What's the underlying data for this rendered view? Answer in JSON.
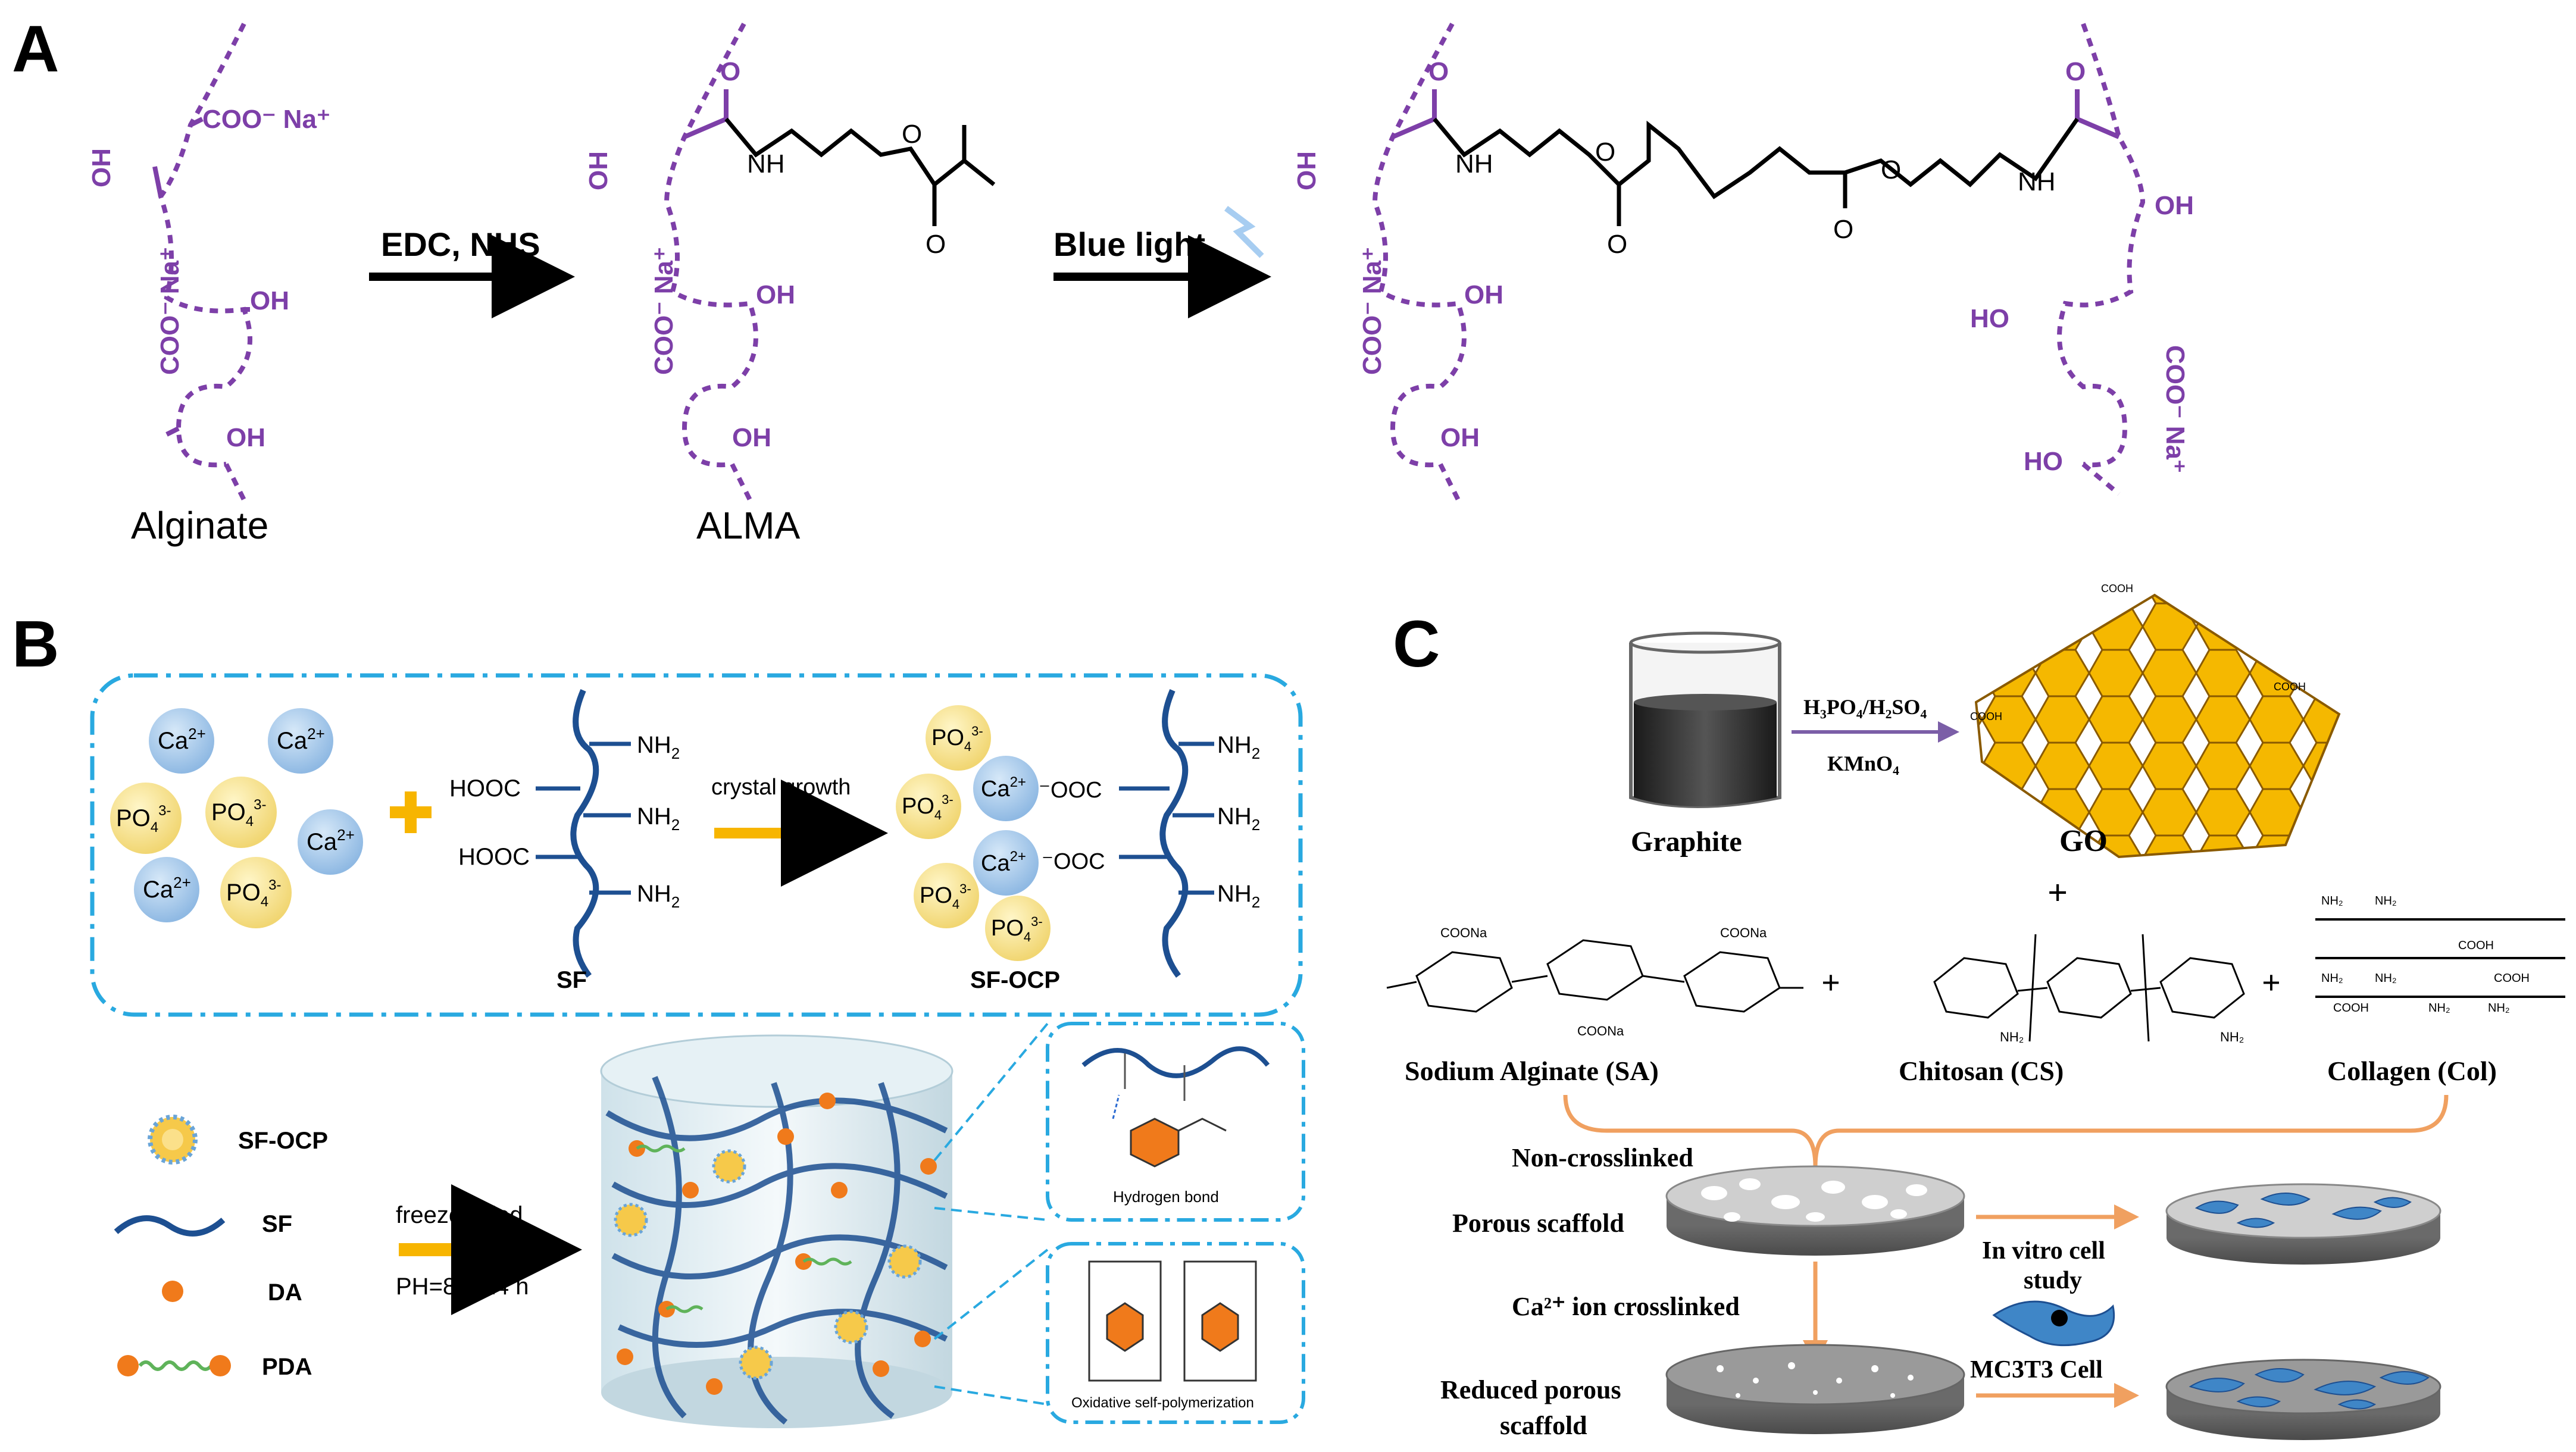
{
  "panel_labels": {
    "a": "A",
    "b": "B",
    "c": "C"
  },
  "panel_a": {
    "alginate_label": "Alginate",
    "alma_label": "ALMA",
    "arrow1_label": "EDC, NHS",
    "arrow2_label": "Blue light",
    "oh": "OH",
    "coo_na": "COO⁻ Na⁺",
    "coo_na_vert": "COO⁻ Na⁺",
    "o": "O",
    "nh": "NH",
    "ho": "HO"
  },
  "panel_b": {
    "ca": "Ca",
    "ca_sup": "2+",
    "po4": "PO",
    "po4_sub": "4",
    "po4_sup": "3-",
    "hooc": "HOOC",
    "ooc": "⁻OOC",
    "nh2": "NH",
    "nh2_sub": "2",
    "arrow_crystal": "crystal growth",
    "sf_label": "SF",
    "sfocp_label": "SF-OCP",
    "legend": [
      {
        "label": "SF-OCP"
      },
      {
        "label": "SF"
      },
      {
        "label": "DA"
      },
      {
        "label": "PDA"
      }
    ],
    "freeze_label": "freeze-dried",
    "ph_label": "PH=8.5,24 h",
    "hbond_label": "Hydrogen bond",
    "oxid_label": "Oxidative self-polymerization",
    "colors": {
      "blue_dash": "#29a9e0",
      "arrow": "#f7b500",
      "ion_blue": "#9ec7ea",
      "ion_yellow": "#f6e08e",
      "chain": "#1d4f91",
      "orange": "#f07a1b"
    }
  },
  "panel_c": {
    "reagent_top": "H₃PO₄/H₂SO₄",
    "reagent_bottom": "KMnO₄",
    "graphite_label": "Graphite",
    "go_label": "GO",
    "plus": "+",
    "sa_label": "Sodium Alginate (SA)",
    "cs_label": "Chitosan (CS)",
    "col_label": "Collagen (Col)",
    "noncross_label": "Non-crosslinked",
    "porous_label": "Porous scaffold",
    "ca_cross_label": "Ca²⁺ ion crosslinked",
    "reduced_label": "Reduced porous",
    "reduced_label2": "scaffold",
    "invitro_label": "In vitro cell",
    "invitro_label2": "study",
    "mc3t3_label": "MC3T3 Cell",
    "cooh": "COOH",
    "coona": "COONa",
    "nh2": "NH₂",
    "colors": {
      "go": "#f5b800",
      "bracket": "#f0a060",
      "disc": "#6b6b6b",
      "cell": "#3f86c7"
    }
  }
}
